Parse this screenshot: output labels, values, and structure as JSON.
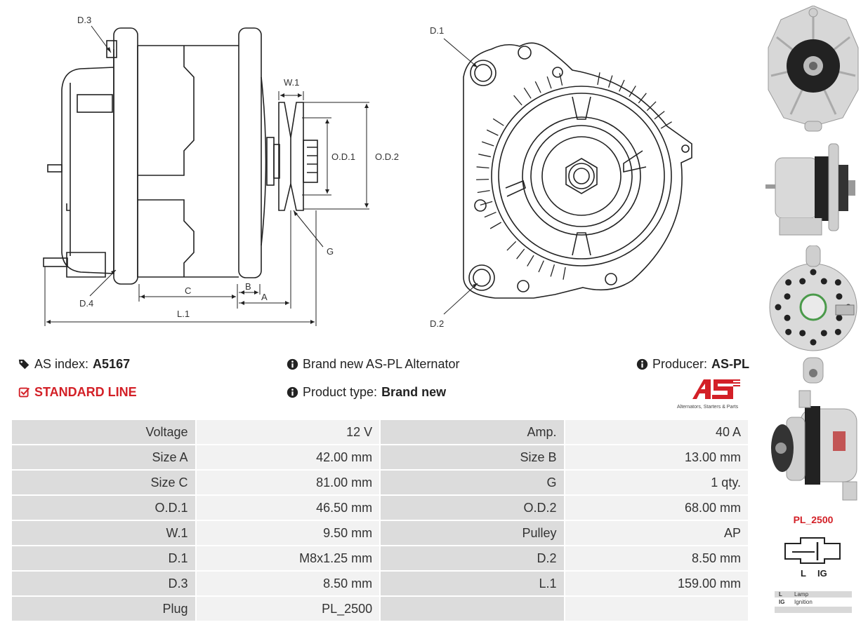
{
  "drawing": {
    "side_labels": {
      "d3": "D.3",
      "d4": "D.4",
      "w1": "W.1",
      "od1": "O.D.1",
      "od2": "O.D.2",
      "g": "G",
      "c": "C",
      "b": "B",
      "a": "A",
      "l1": "L.1"
    },
    "front_labels": {
      "d1": "D.1",
      "d2": "D.2"
    }
  },
  "info": {
    "index_label": "AS index:",
    "index_value": "A5167",
    "line_label": "STANDARD LINE",
    "description": "Brand new AS-PL Alternator",
    "product_type_label": "Product type:",
    "product_type_value": "Brand new",
    "producer_label": "Producer:",
    "producer_value": "AS-PL",
    "logo_tagline": "Alternators, Starters & Parts"
  },
  "colors": {
    "accent": "#d32027",
    "key_cell": "#dcdcdc",
    "value_cell": "#f2f2f2"
  },
  "specs": [
    {
      "k1": "Voltage",
      "v1": "12 V",
      "k2": "Amp.",
      "v2": "40 A"
    },
    {
      "k1": "Size A",
      "v1": "42.00 mm",
      "k2": "Size B",
      "v2": "13.00 mm"
    },
    {
      "k1": "Size C",
      "v1": "81.00 mm",
      "k2": "G",
      "v2": "1 qty."
    },
    {
      "k1": "O.D.1",
      "v1": "46.50 mm",
      "k2": "O.D.2",
      "v2": "68.00 mm"
    },
    {
      "k1": "W.1",
      "v1": "9.50 mm",
      "k2": "Pulley",
      "v2": "AP"
    },
    {
      "k1": "D.1",
      "v1": "M8x1.25 mm",
      "k2": "D.2",
      "v2": "8.50 mm"
    },
    {
      "k1": "D.3",
      "v1": "8.50 mm",
      "k2": "L.1",
      "v2": "159.00 mm"
    },
    {
      "k1": "Plug",
      "v1": "PL_2500",
      "k2": "",
      "v2": ""
    }
  ],
  "plug": {
    "name": "PL_2500",
    "pin_l": "L",
    "pin_ig": "IG",
    "legend": [
      {
        "code": "L",
        "desc": "Lamp"
      },
      {
        "code": "IG",
        "desc": "Ignition"
      },
      {
        "code": "",
        "desc": ""
      },
      {
        "code": "",
        "desc": ""
      }
    ]
  },
  "photos": [
    "front-view-photo",
    "side-view-photo",
    "rear-view-photo",
    "three-quarter-view-photo"
  ]
}
